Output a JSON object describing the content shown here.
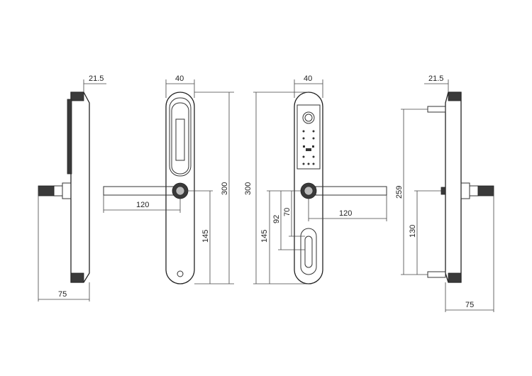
{
  "diagram": {
    "side_left": {
      "width": "21.5",
      "depth": "75"
    },
    "front_left": {
      "width": "40",
      "height": "300",
      "handle_length": "120",
      "handle_to_bottom": "145"
    },
    "front_right": {
      "width": "40",
      "height": "300",
      "handle_length": "120",
      "to_keyhole_a": "92",
      "to_keyhole_b": "70",
      "handle_to_bottom": "145"
    },
    "side_right": {
      "width": "21.5",
      "screw_span": "259",
      "center_offset": "130",
      "depth": "75"
    }
  }
}
